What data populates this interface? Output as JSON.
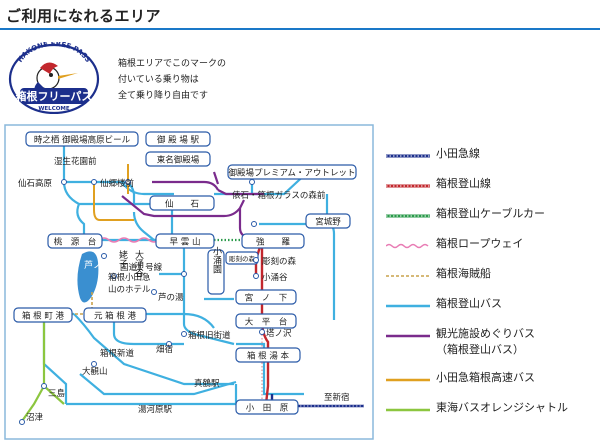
{
  "page": {
    "title": "ご利用になれるエリア"
  },
  "badge": {
    "arc_text": "HAKONE FREE PASS",
    "main_text": "箱根フリーパス",
    "sub_text": "WELCOME"
  },
  "intro": {
    "lines": [
      "箱根エリアでこのマークの",
      "付いている乗り物は",
      "全て乗り降り自由です"
    ]
  },
  "colors": {
    "odakyu": "#1c2f8c",
    "tozan_rail": "#c2272d",
    "cable_car": "#2a9a4a",
    "ropeway": "#e87cb4",
    "pirate_ship": "#c9a24b",
    "tozan_bus": "#3fb0e0",
    "sightseeing_bus": "#7a2b8c",
    "highway_bus": "#e0a020",
    "tokai_bus": "#8cc63f",
    "station_border": "#2a5aa8",
    "station_fill": "#ffffff",
    "lake": "#3a8fd0",
    "frame": "#8ab8dc"
  },
  "legend": [
    {
      "id": "odakyu",
      "label": "小田急線",
      "style": "dotted-line"
    },
    {
      "id": "tozan_rail",
      "label": "箱根登山線",
      "style": "dotted-line"
    },
    {
      "id": "cable_car",
      "label": "箱根登山ケーブルカー",
      "style": "dotted-line"
    },
    {
      "id": "ropeway",
      "label": "箱根ロープウェイ",
      "style": "wavy"
    },
    {
      "id": "pirate_ship",
      "label": "箱根海賊船",
      "style": "dashed"
    },
    {
      "id": "tozan_bus",
      "label": "箱根登山バス",
      "style": "solid"
    },
    {
      "id": "sightseeing_bus",
      "label": "観光施設めぐりバス",
      "label2": "（箱根登山バス）",
      "style": "solid"
    },
    {
      "id": "highway_bus",
      "label": "小田急箱根高速バス",
      "style": "solid"
    },
    {
      "id": "tokai_bus",
      "label": "東海バスオレンジシャトル",
      "style": "solid"
    }
  ],
  "map": {
    "boxed_stations": {
      "tokinosumika": "時之栖 御殿場高原ビール",
      "gotemba_station": "御 殿 場 駅",
      "tomei_gotemba": "東名御殿場",
      "gotemba_outlet": "御殿場プレミアム・アウトレット",
      "sengoku": "仙　　石",
      "miyagino": "宮城野",
      "togendai": "桃　源　台",
      "sounzan": "早 雲 山",
      "gora": "強　　羅",
      "kowakien": "小涌園",
      "miyanoshita": "宮　ノ　下",
      "ohiradai": "大　平　台",
      "hakone_yumoto": "箱 根 湯 本",
      "hakone_machi": "箱 根 町 港",
      "moto_hakone": "元 箱 根 港",
      "odawara": "小　田　原",
      "chokoku": "彫刻の森"
    },
    "labels": {
      "ubako_higashi": "湿生花園前",
      "sengokuhara": "仙石高原",
      "sengoku_annai": "仙郷楼前",
      "glass_forest": "俵石・箱根ガラスの森前",
      "ubako": "姥子",
      "owakudani": "大涌谷",
      "kokudo1": "国道1 号線",
      "chokoku_no_mori": "彫刻の森",
      "kowakudani": "小涌谷",
      "tonosawa": "塔ノ沢",
      "prince": "箱根小田急",
      "prince2": "山のホテル",
      "ashinoyu": "芦の湯",
      "kyukaido": "箱根旧街道",
      "hatajuku": "畑宿",
      "shinkaido": "箱根新道",
      "okanyama": "大観山",
      "mishima": "三島",
      "numazu": "沼津",
      "manazuru": "真鶴駅",
      "yugawara": "湯河原駅",
      "to_shinjuku": "至新宿",
      "lake": "芦ノ湖",
      "hotel_maesan": "箱根小田急"
    }
  }
}
